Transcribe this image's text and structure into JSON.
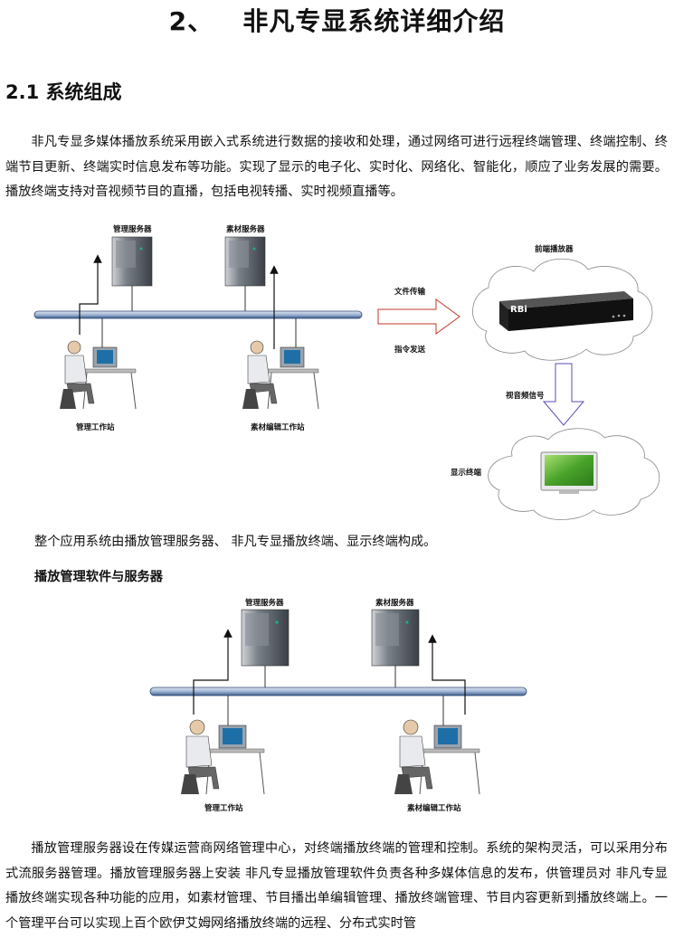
{
  "heading1": "2、   非凡专显系统详细介绍",
  "heading2": "2.1 系统组成",
  "para1": "非凡专显多媒体播放系统采用嵌入式系统进行数据的接收和处理，通过网络可进行远程终端管理、终端控制、终端节目更新、终端实时信息发布等功能。实现了显示的电子化、实时化、网络化、智能化，顺应了业务发展的需要。播放终端支持对音视频节目的直播，包括电视转播、实时视频直播等。",
  "diagram1": {
    "mgmt_server": "管理服务器",
    "asset_server": "素材服务器",
    "mgmt_station": "管理工作站",
    "edit_station": "素材编辑工作站",
    "file_transfer": "文件传输",
    "command_send": "指令发送",
    "player": "前端播放器",
    "player_brand": "RBi",
    "av_signal": "视音频信号",
    "display": "显示终端"
  },
  "para2": "整个应用系统由播放管理服务器、 非凡专显播放终端、显示终端构成。",
  "heading3": "播放管理软件与服务器",
  "diagram2": {
    "mgmt_server": "管理服务器",
    "asset_server": "素材服务器",
    "mgmt_station": "管理工作站",
    "edit_station": "素材编辑工作站"
  },
  "para3": "播放管理服务器设在传媒运营商网络管理中心，对终端播放终端的管理和控制。系统的架构灵活，可以采用分布式流服务器管理。播放管理服务器上安装 非凡专显播放管理软件负责各种多媒体信息的发布，供管理员对 非凡专显播放终端实现各种功能的应用，如素材管理、节目播出单编辑管理、播放终端管理、节目内容更新到播放终端上。一个管理平台可以实现上百个欧伊艾姆网络播放终端的远程、分布式实时管"
}
